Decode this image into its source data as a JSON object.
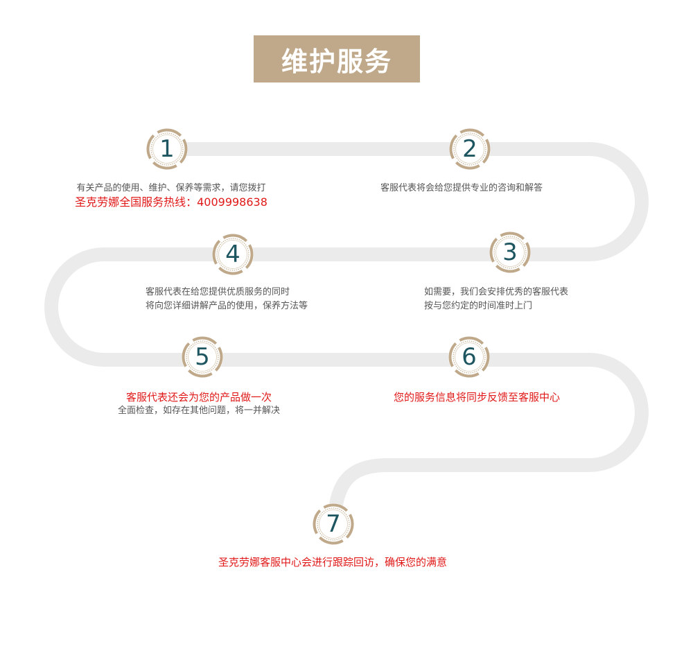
{
  "title": "维护服务",
  "colors": {
    "accent": "#bfa98a",
    "track": "#ebebeb",
    "number": "#1d5560",
    "highlight": "#e01818"
  },
  "steps": [
    {
      "number": "1",
      "lines": [
        "有关产品的使用、维护、保养等需求，请您拨打"
      ],
      "highlight": [
        "圣克劳娜全国服务热线：4009998638"
      ]
    },
    {
      "number": "2",
      "lines": [
        "客服代表将会给您提供专业的咨询和解答"
      ],
      "highlight": []
    },
    {
      "number": "3",
      "lines": [
        "如需要，我们会安排优秀的客服代表",
        "按与您约定的时间准时上门"
      ],
      "highlight": []
    },
    {
      "number": "4",
      "lines": [
        "客服代表在给您提供优质服务的同时",
        "将向您详细讲解产品的使用，保养方法等"
      ],
      "highlight": []
    },
    {
      "number": "5",
      "highlight": [
        "客服代表还会为您的产品做一次"
      ],
      "lines": [
        "全面检查，如存在其他问题，将一并解决"
      ]
    },
    {
      "number": "6",
      "highlight": [
        "您的服务信息将同步反馈至客服中心"
      ],
      "lines": []
    },
    {
      "number": "7",
      "highlight": [
        "圣克劳娜客服中心会进行跟踪回访，确保您的满意"
      ],
      "lines": []
    }
  ]
}
